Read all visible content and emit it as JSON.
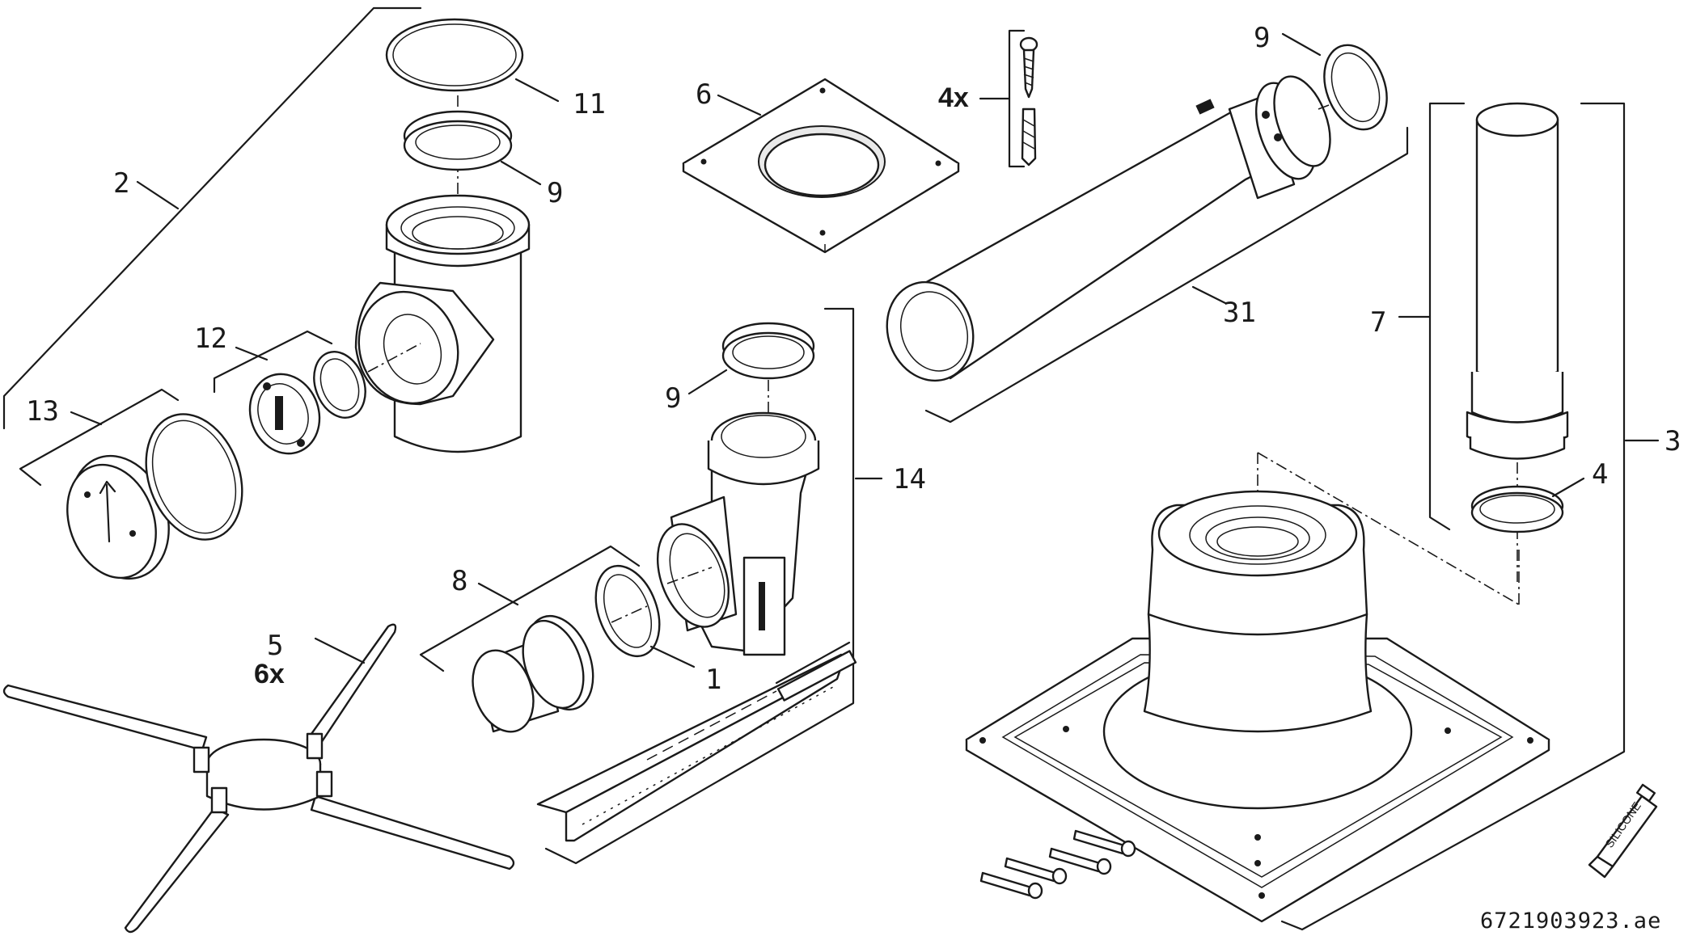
{
  "labels": {
    "p1": "1",
    "p2": "2",
    "p3": "3",
    "p4": "4",
    "p5": "5",
    "p6": "6",
    "p7": "7",
    "p8": "8",
    "p9a": "9",
    "p9b": "9",
    "p9c": "9",
    "p11": "11",
    "p12": "12",
    "p13": "13",
    "p14": "14",
    "p31": "31"
  },
  "quantities": {
    "screws": "4x",
    "brackets": "6x"
  },
  "tube_text": "SILICONE",
  "reference_code": "6721903923.ae"
}
